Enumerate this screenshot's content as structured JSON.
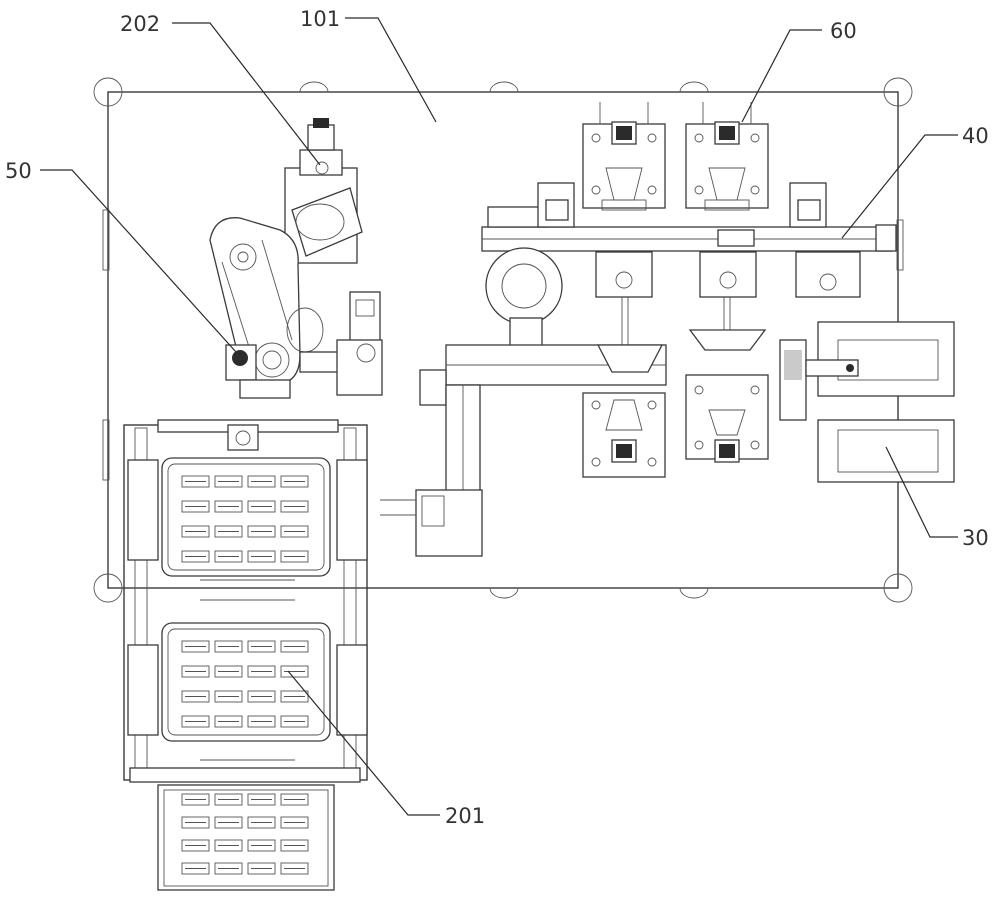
{
  "figure": {
    "title": "Automated production line layout (top view)",
    "labels": {
      "label_101": "101",
      "label_202": "202",
      "label_60": "60",
      "label_40": "40",
      "label_50": "50",
      "label_30": "30",
      "label_201": "201"
    },
    "tray_rows": 4,
    "tray_cols": 4,
    "stroke_color": "#3a3a3a"
  }
}
